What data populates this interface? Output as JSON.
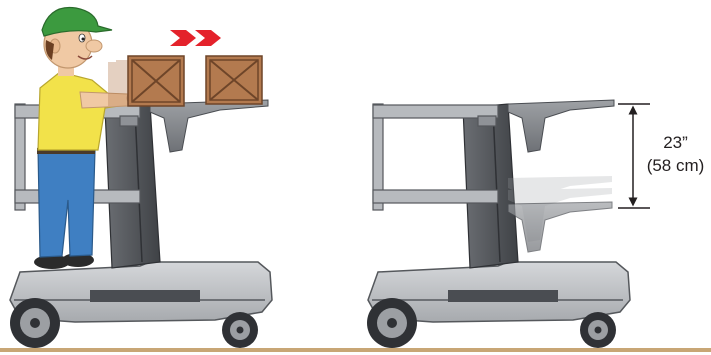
{
  "dimension": {
    "imperial": "23”",
    "metric": "(58 cm)"
  },
  "colors": {
    "floor": "#c8a675",
    "cart_dark": "#4a4d52",
    "cart_mid": "#8f9297",
    "cart_light": "#c5c7ca",
    "box": "#b37a4f",
    "arrow": "#e4222b",
    "shirt": "#f2e24a",
    "jeans": "#3f7fc2",
    "cap": "#3c9a3f"
  },
  "icons": {
    "motion_arrows": "double-chevron-right",
    "height_indicator": "double-headed-vertical-arrow"
  }
}
